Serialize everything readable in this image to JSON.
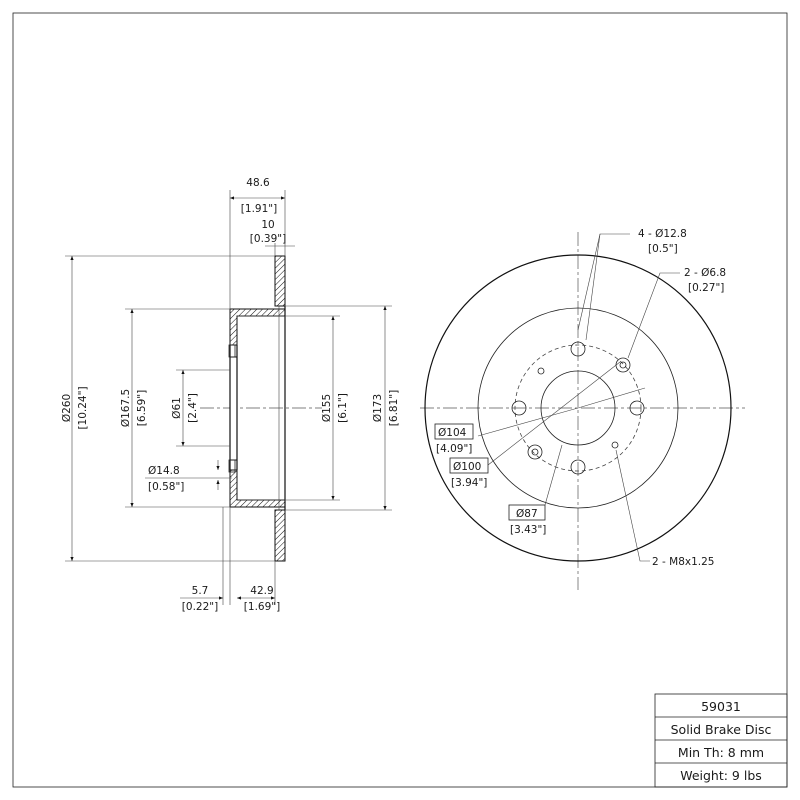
{
  "side_view": {
    "total_height": "48.6",
    "total_height_in": "[1.91\"]",
    "thickness": "10",
    "thickness_in": "[0.39\"]",
    "outer_dia": "Ø260",
    "outer_dia_in": "[10.24\"]",
    "bolt_circle_outer": "Ø167.5",
    "bolt_circle_outer_in": "[6.59\"]",
    "center_bore": "Ø61",
    "center_bore_in": "[2.4\"]",
    "hub_inner": "Ø155",
    "hub_inner_in": "[6.1\"]",
    "hub_outer": "Ø173",
    "hub_outer_in": "[6.81\"]",
    "hole_dia": "Ø14.8",
    "hole_dia_in": "[0.58\"]",
    "hat_wall": "5.7",
    "hat_wall_in": "[0.22\"]",
    "hat_depth": "42.9",
    "hat_depth_in": "[1.69\"]"
  },
  "front_view": {
    "lug_holes": "4 - Ø12.8",
    "lug_holes_in": "[0.5\"]",
    "pilot_holes": "2 - Ø6.8",
    "pilot_holes_in": "[0.27\"]",
    "bolt_circle_104": "Ø104",
    "bolt_circle_104_in": "[4.09\"]",
    "bolt_circle_100": "Ø100",
    "bolt_circle_100_in": "[3.94\"]",
    "bore_87": "Ø87",
    "bore_87_in": "[3.43\"]",
    "threads": "2 - M8x1.25"
  },
  "title_block": {
    "part_number": "59031",
    "description": "Solid Brake Disc",
    "min_thickness": "Min Th: 8 mm",
    "weight": "Weight: 9 lbs"
  }
}
